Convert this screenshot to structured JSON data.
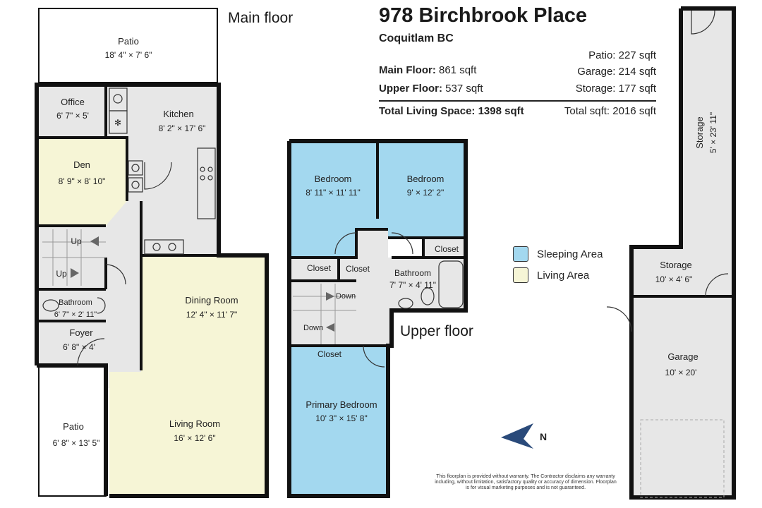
{
  "header": {
    "title": "978 Birchbrook Place",
    "subtitle": "Coquitlam BC",
    "stats_left": [
      {
        "label": "Main Floor:",
        "value": "861 sqft"
      },
      {
        "label": "Upper Floor:",
        "value": "537 sqft"
      }
    ],
    "stats_right": [
      {
        "label": "Patio:",
        "value": "227 sqft"
      },
      {
        "label": "Garage:",
        "value": "214 sqft"
      },
      {
        "label": "Storage:",
        "value": "177 sqft"
      }
    ],
    "total_living": {
      "label": "Total Living Space:",
      "value": "1398 sqft"
    },
    "total_sqft": {
      "label": "Total sqft:",
      "value": "2016 sqft"
    }
  },
  "floor_labels": {
    "main": "Main floor",
    "upper": "Upper floor"
  },
  "legend": [
    {
      "label": "Sleeping Area",
      "color": "#a3d8ef"
    },
    {
      "label": "Living Area",
      "color": "#f6f5d6"
    }
  ],
  "colors": {
    "sleeping": "#a3d8ef",
    "living": "#f6f5d6",
    "utility": "#e7e7e7",
    "outdoor": "#ffffff",
    "wall": "#111111"
  },
  "main_floor": {
    "patio_top": {
      "name": "Patio",
      "dims": "18' 4\" × 7' 6\""
    },
    "office": {
      "name": "Office",
      "dims": "6' 7\" × 5'"
    },
    "kitchen": {
      "name": "Kitchen",
      "dims": "8' 2\" × 17' 6\""
    },
    "den": {
      "name": "Den",
      "dims": "8' 9\" × 8' 10\""
    },
    "dining": {
      "name": "Dining Room",
      "dims": "12' 4\" × 11' 7\""
    },
    "bathroom": {
      "name": "Bathroom",
      "dims": "6' 7\" × 2' 11\""
    },
    "foyer": {
      "name": "Foyer",
      "dims": "6' 8\" × 4'"
    },
    "living": {
      "name": "Living Room",
      "dims": "16' × 12' 6\""
    },
    "patio_bottom": {
      "name": "Patio",
      "dims": "6' 8\" × 13' 5\""
    },
    "stairs_up_1": "Up",
    "stairs_up_2": "Up"
  },
  "upper_floor": {
    "bedroom_1": {
      "name": "Bedroom",
      "dims": "8' 11\" × 11' 11\""
    },
    "bedroom_2": {
      "name": "Bedroom",
      "dims": "9' × 12' 2\""
    },
    "closet_1": "Closet",
    "closet_2": "Closet",
    "closet_3": "Closet",
    "closet_4": "Closet",
    "bathroom": {
      "name": "Bathroom",
      "dims": "7' 7\" × 4' 11\""
    },
    "stairs_down_1": "Down",
    "stairs_down_2": "Down",
    "primary": {
      "name": "Primary Bedroom",
      "dims": "10' 3\" × 15' 8\""
    }
  },
  "outbuilding": {
    "storage_long": {
      "name": "Storage",
      "dims": "5' × 23' 11\""
    },
    "storage_small": {
      "name": "Storage",
      "dims": "10' × 4' 6\""
    },
    "garage": {
      "name": "Garage",
      "dims": "10' × 20'"
    }
  },
  "compass": {
    "letter": "N"
  },
  "disclaimer": "This floorplan is provided without warranty. The Contractor disclaims any warranty including, without limitation, satisfactory quality or accuracy of dimension. Floorplan is for visual marketing purposes and is not guaranteed."
}
